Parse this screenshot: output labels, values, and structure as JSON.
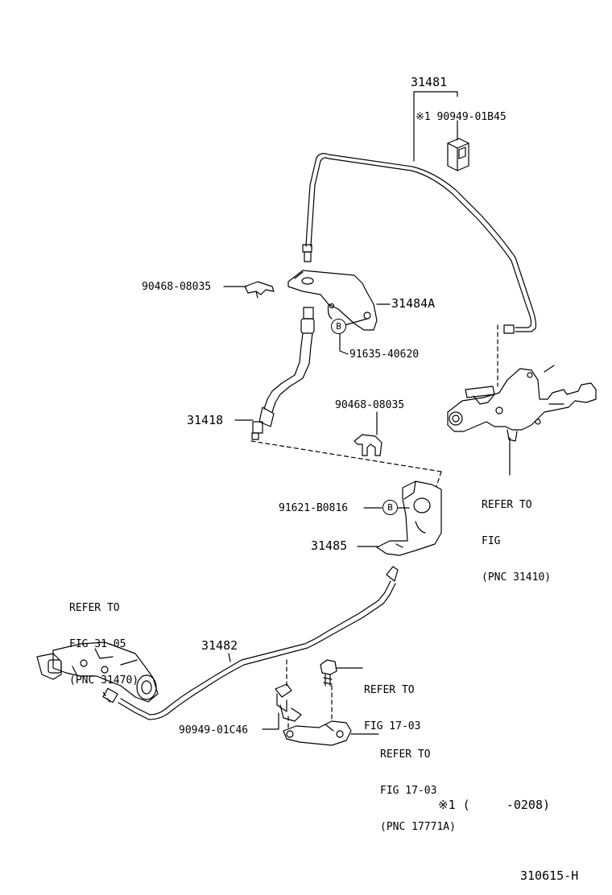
{
  "parts": {
    "p31481": "31481",
    "p90949_01B45": "※1 90949-01B45",
    "p90468_08035_a": "90468-08035",
    "p31484A": "31484A",
    "p91635_40620": "91635-40620",
    "p31418": "31418",
    "p90468_08035_b": "90468-08035",
    "p91621_B0816": "91621-B0816",
    "p31485": "31485",
    "p31482": "31482",
    "p90949_01C46": "90949-01C46"
  },
  "markers": {
    "b1": "B",
    "b2": "B"
  },
  "refs": {
    "ref_fig_pnc31410": [
      "REFER TO",
      "FIG",
      "(PNC 31410)"
    ],
    "ref_fig3105": [
      "REFER TO",
      "FIG 31-05",
      "(PNC 31470)"
    ],
    "ref_fig1703_a": [
      "REFER TO",
      "FIG 17-03"
    ],
    "ref_fig1703_b": [
      "REFER TO",
      "FIG 17-03",
      "(PNC 17771A)"
    ]
  },
  "footnote": "※1 (     -0208)",
  "figure_code": "310615-H"
}
